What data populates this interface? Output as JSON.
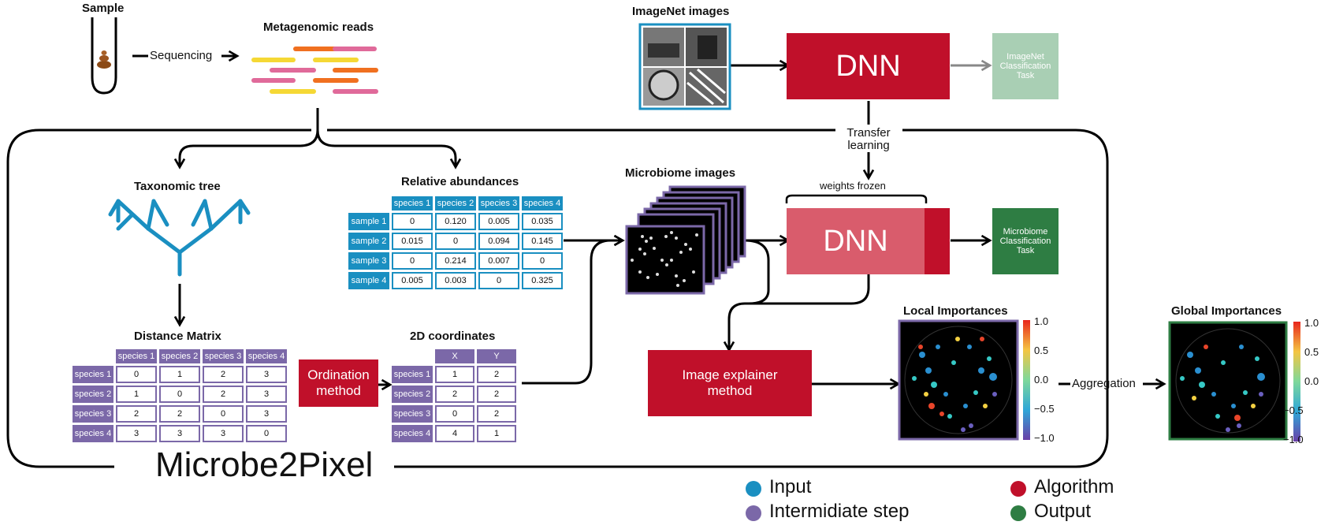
{
  "colors": {
    "input": "#1a8fc1",
    "intermediate": "#7b68a8",
    "algorithm": "#c0102a",
    "output": "#2e7d43",
    "dnn_light": "#d95c6c",
    "imagenet_task": "#a9cfb4"
  },
  "labels": {
    "sample": "Sample",
    "sequencing": "Sequencing",
    "metagenomic_reads": "Metagenomic reads",
    "imagenet_images": "ImageNet images",
    "dnn_top": "DNN",
    "imagenet_task": "ImageNet Classification Task",
    "transfer_learning_1": "Transfer",
    "transfer_learning_2": "learning",
    "taxonomic_tree": "Taxonomic tree",
    "relative_abundances": "Relative abundances",
    "microbiome_images": "Microbiome images",
    "weights_frozen": "weights frozen",
    "dnn_bottom": "DNN",
    "microbiome_task": "Microbiome Classification Task",
    "distance_matrix": "Distance Matrix",
    "ordination_method": "Ordination method",
    "coordinates_2d": "2D coordinates",
    "local_importances": "Local Importances",
    "global_importances": "Global Importances",
    "image_explainer": "Image explainer method",
    "aggregation": "Aggregation",
    "title": "Microbe2Pixel"
  },
  "abundance_table": {
    "columns": [
      "species 1",
      "species 2",
      "species 3",
      "species 4"
    ],
    "rows": [
      {
        "label": "sample 1",
        "values": [
          "0",
          "0.120",
          "0.005",
          "0.035"
        ]
      },
      {
        "label": "sample 2",
        "values": [
          "0.015",
          "0",
          "0.094",
          "0.145"
        ]
      },
      {
        "label": "sample 3",
        "values": [
          "0",
          "0.214",
          "0.007",
          "0"
        ]
      },
      {
        "label": "sample 4",
        "values": [
          "0.005",
          "0.003",
          "0",
          "0.325"
        ]
      }
    ]
  },
  "distance_table": {
    "columns": [
      "species 1",
      "species 2",
      "species 3",
      "species 4"
    ],
    "rows": [
      {
        "label": "species 1",
        "values": [
          "0",
          "1",
          "2",
          "3"
        ]
      },
      {
        "label": "species 2",
        "values": [
          "1",
          "0",
          "2",
          "3"
        ]
      },
      {
        "label": "species 3",
        "values": [
          "2",
          "2",
          "0",
          "3"
        ]
      },
      {
        "label": "species 4",
        "values": [
          "3",
          "3",
          "3",
          "0"
        ]
      }
    ]
  },
  "coords_table": {
    "columns": [
      "X",
      "Y"
    ],
    "rows": [
      {
        "label": "species 1",
        "values": [
          "1",
          "2"
        ]
      },
      {
        "label": "species 2",
        "values": [
          "2",
          "2"
        ]
      },
      {
        "label": "species 3",
        "values": [
          "0",
          "2"
        ]
      },
      {
        "label": "species 4",
        "values": [
          "4",
          "1"
        ]
      }
    ]
  },
  "colorbar_ticks": [
    "1.0",
    "0.5",
    "0.0",
    "−0.5",
    "−1.0"
  ],
  "legend": [
    {
      "label": "Input",
      "color": "#1a8fc1"
    },
    {
      "label": "Intermidiate step",
      "color": "#7b68a8"
    },
    {
      "label": "Algorithm",
      "color": "#c0102a"
    },
    {
      "label": "Output",
      "color": "#2e7d43"
    }
  ]
}
